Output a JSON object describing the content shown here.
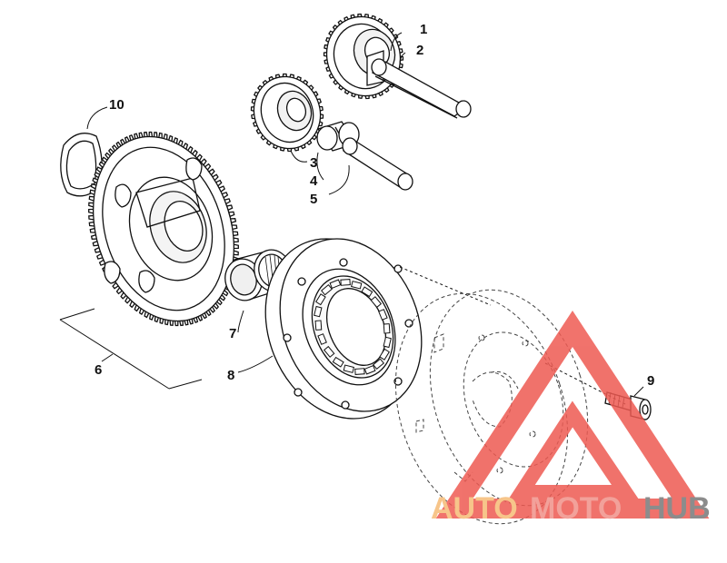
{
  "callouts": [
    "1",
    "2",
    "3",
    "4",
    "5",
    "6",
    "7",
    "8",
    "9",
    "10"
  ],
  "watermark": {
    "part1": "AUTO",
    "part2": "MOTO",
    "part3": "HUB",
    "color1": "#f7c58a",
    "color2": "#f2a19a",
    "color3": "#8c8c8c",
    "logo_color": "#ee5a52"
  }
}
